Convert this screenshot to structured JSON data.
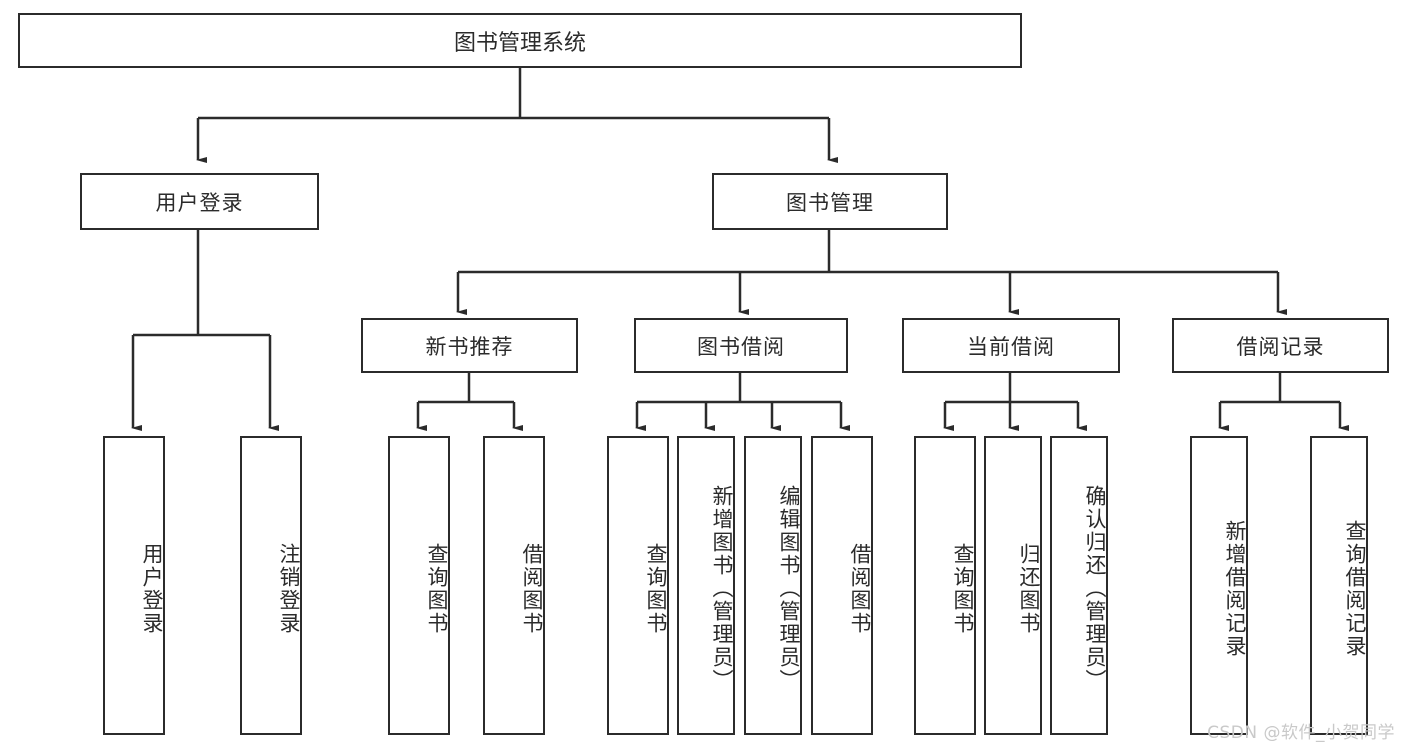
{
  "diagram": {
    "title": "图书管理系统",
    "type": "tree-hierarchy-chart",
    "root": {
      "label": "图书管理系统"
    },
    "level2": [
      {
        "label": "用户登录"
      },
      {
        "label": "图书管理"
      }
    ],
    "level3": [
      {
        "label": "新书推荐"
      },
      {
        "label": "图书借阅"
      },
      {
        "label": "当前借阅"
      },
      {
        "label": "借阅记录"
      }
    ],
    "leaves": {
      "user_login": [
        {
          "label": "用户登录"
        },
        {
          "label": "注销登录"
        }
      ],
      "new_book_recommend": [
        {
          "label": "查询图书"
        },
        {
          "label": "借阅图书"
        }
      ],
      "book_borrow": [
        {
          "label": "查询图书"
        },
        {
          "label": "新增图书（管理员）"
        },
        {
          "label": "编辑图书（管理员）"
        },
        {
          "label": "借阅图书"
        }
      ],
      "current_borrow": [
        {
          "label": "查询图书"
        },
        {
          "label": "归还图书"
        },
        {
          "label": "确认归还（管理员）"
        }
      ],
      "borrow_record": [
        {
          "label": "新增借阅记录"
        },
        {
          "label": "查询借阅记录"
        }
      ]
    }
  },
  "watermark": {
    "text": "CSDN @软件_小贺同学"
  },
  "colors": {
    "border": "#2b2b2b",
    "background": "#ffffff",
    "text": "#2b2b2b",
    "watermark": "#c9c9c9"
  }
}
